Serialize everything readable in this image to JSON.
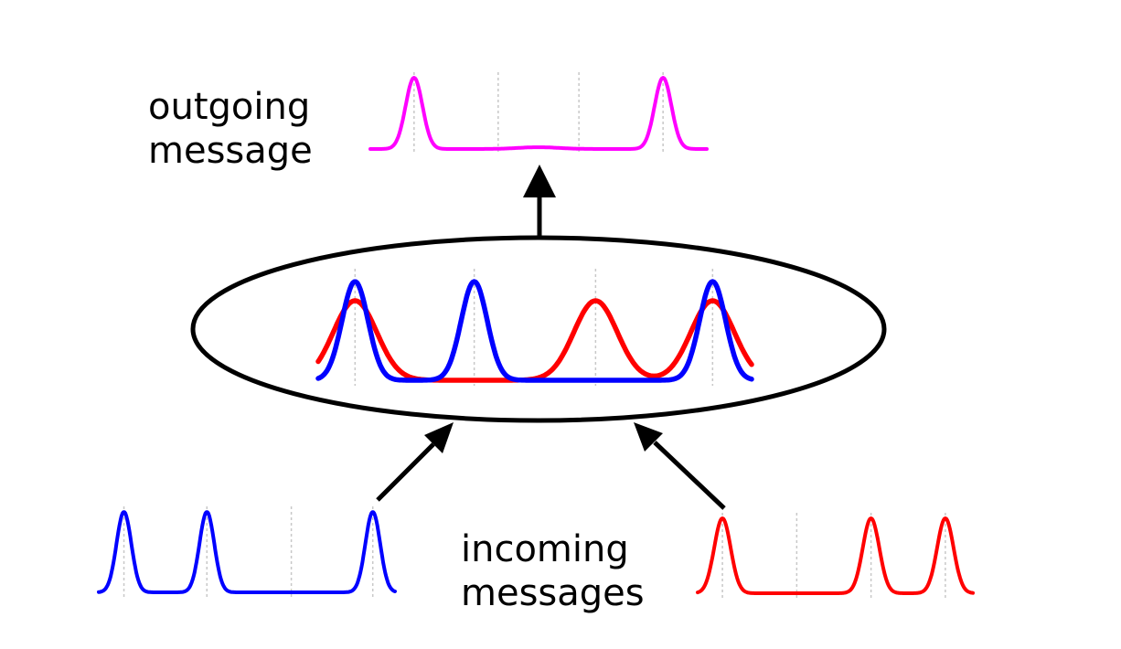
{
  "labels": {
    "outgoing": [
      "outgoing",
      "message"
    ],
    "incoming": [
      "incoming",
      "messages"
    ]
  },
  "colors": {
    "outgoing": "#ff00ff",
    "blue": "#0000ff",
    "red": "#ff0000",
    "arrow": "#000000",
    "ellipse": "#000000"
  },
  "messages": {
    "outgoing": {
      "color": "outgoing",
      "peaks": [
        0.13,
        0.87
      ],
      "width": 0.025,
      "height": 1.0,
      "bump": 0.025,
      "grid": [
        0.13,
        0.38,
        0.62,
        0.87
      ]
    },
    "incoming_blue": {
      "color": "blue",
      "peaks": [
        0.085,
        0.365,
        0.925
      ],
      "width": 0.025,
      "height": 1.0,
      "grid": [
        0.085,
        0.365,
        0.65,
        0.925
      ]
    },
    "incoming_red": {
      "color": "red",
      "peaks": [
        0.09,
        0.63,
        0.9
      ],
      "width": 0.03,
      "height": 1.0,
      "grid": [
        0.09,
        0.36,
        0.63,
        0.9
      ]
    },
    "product_red": {
      "color": "red",
      "peaks": [
        0.085,
        0.64,
        0.91
      ],
      "width": 0.05,
      "height": 0.75,
      "grid": [
        0.085,
        0.36,
        0.64,
        0.91
      ]
    },
    "product_blue": {
      "color": "blue",
      "peaks": [
        0.085,
        0.36,
        0.91
      ],
      "width": 0.03,
      "height": 1.0,
      "grid": []
    }
  }
}
